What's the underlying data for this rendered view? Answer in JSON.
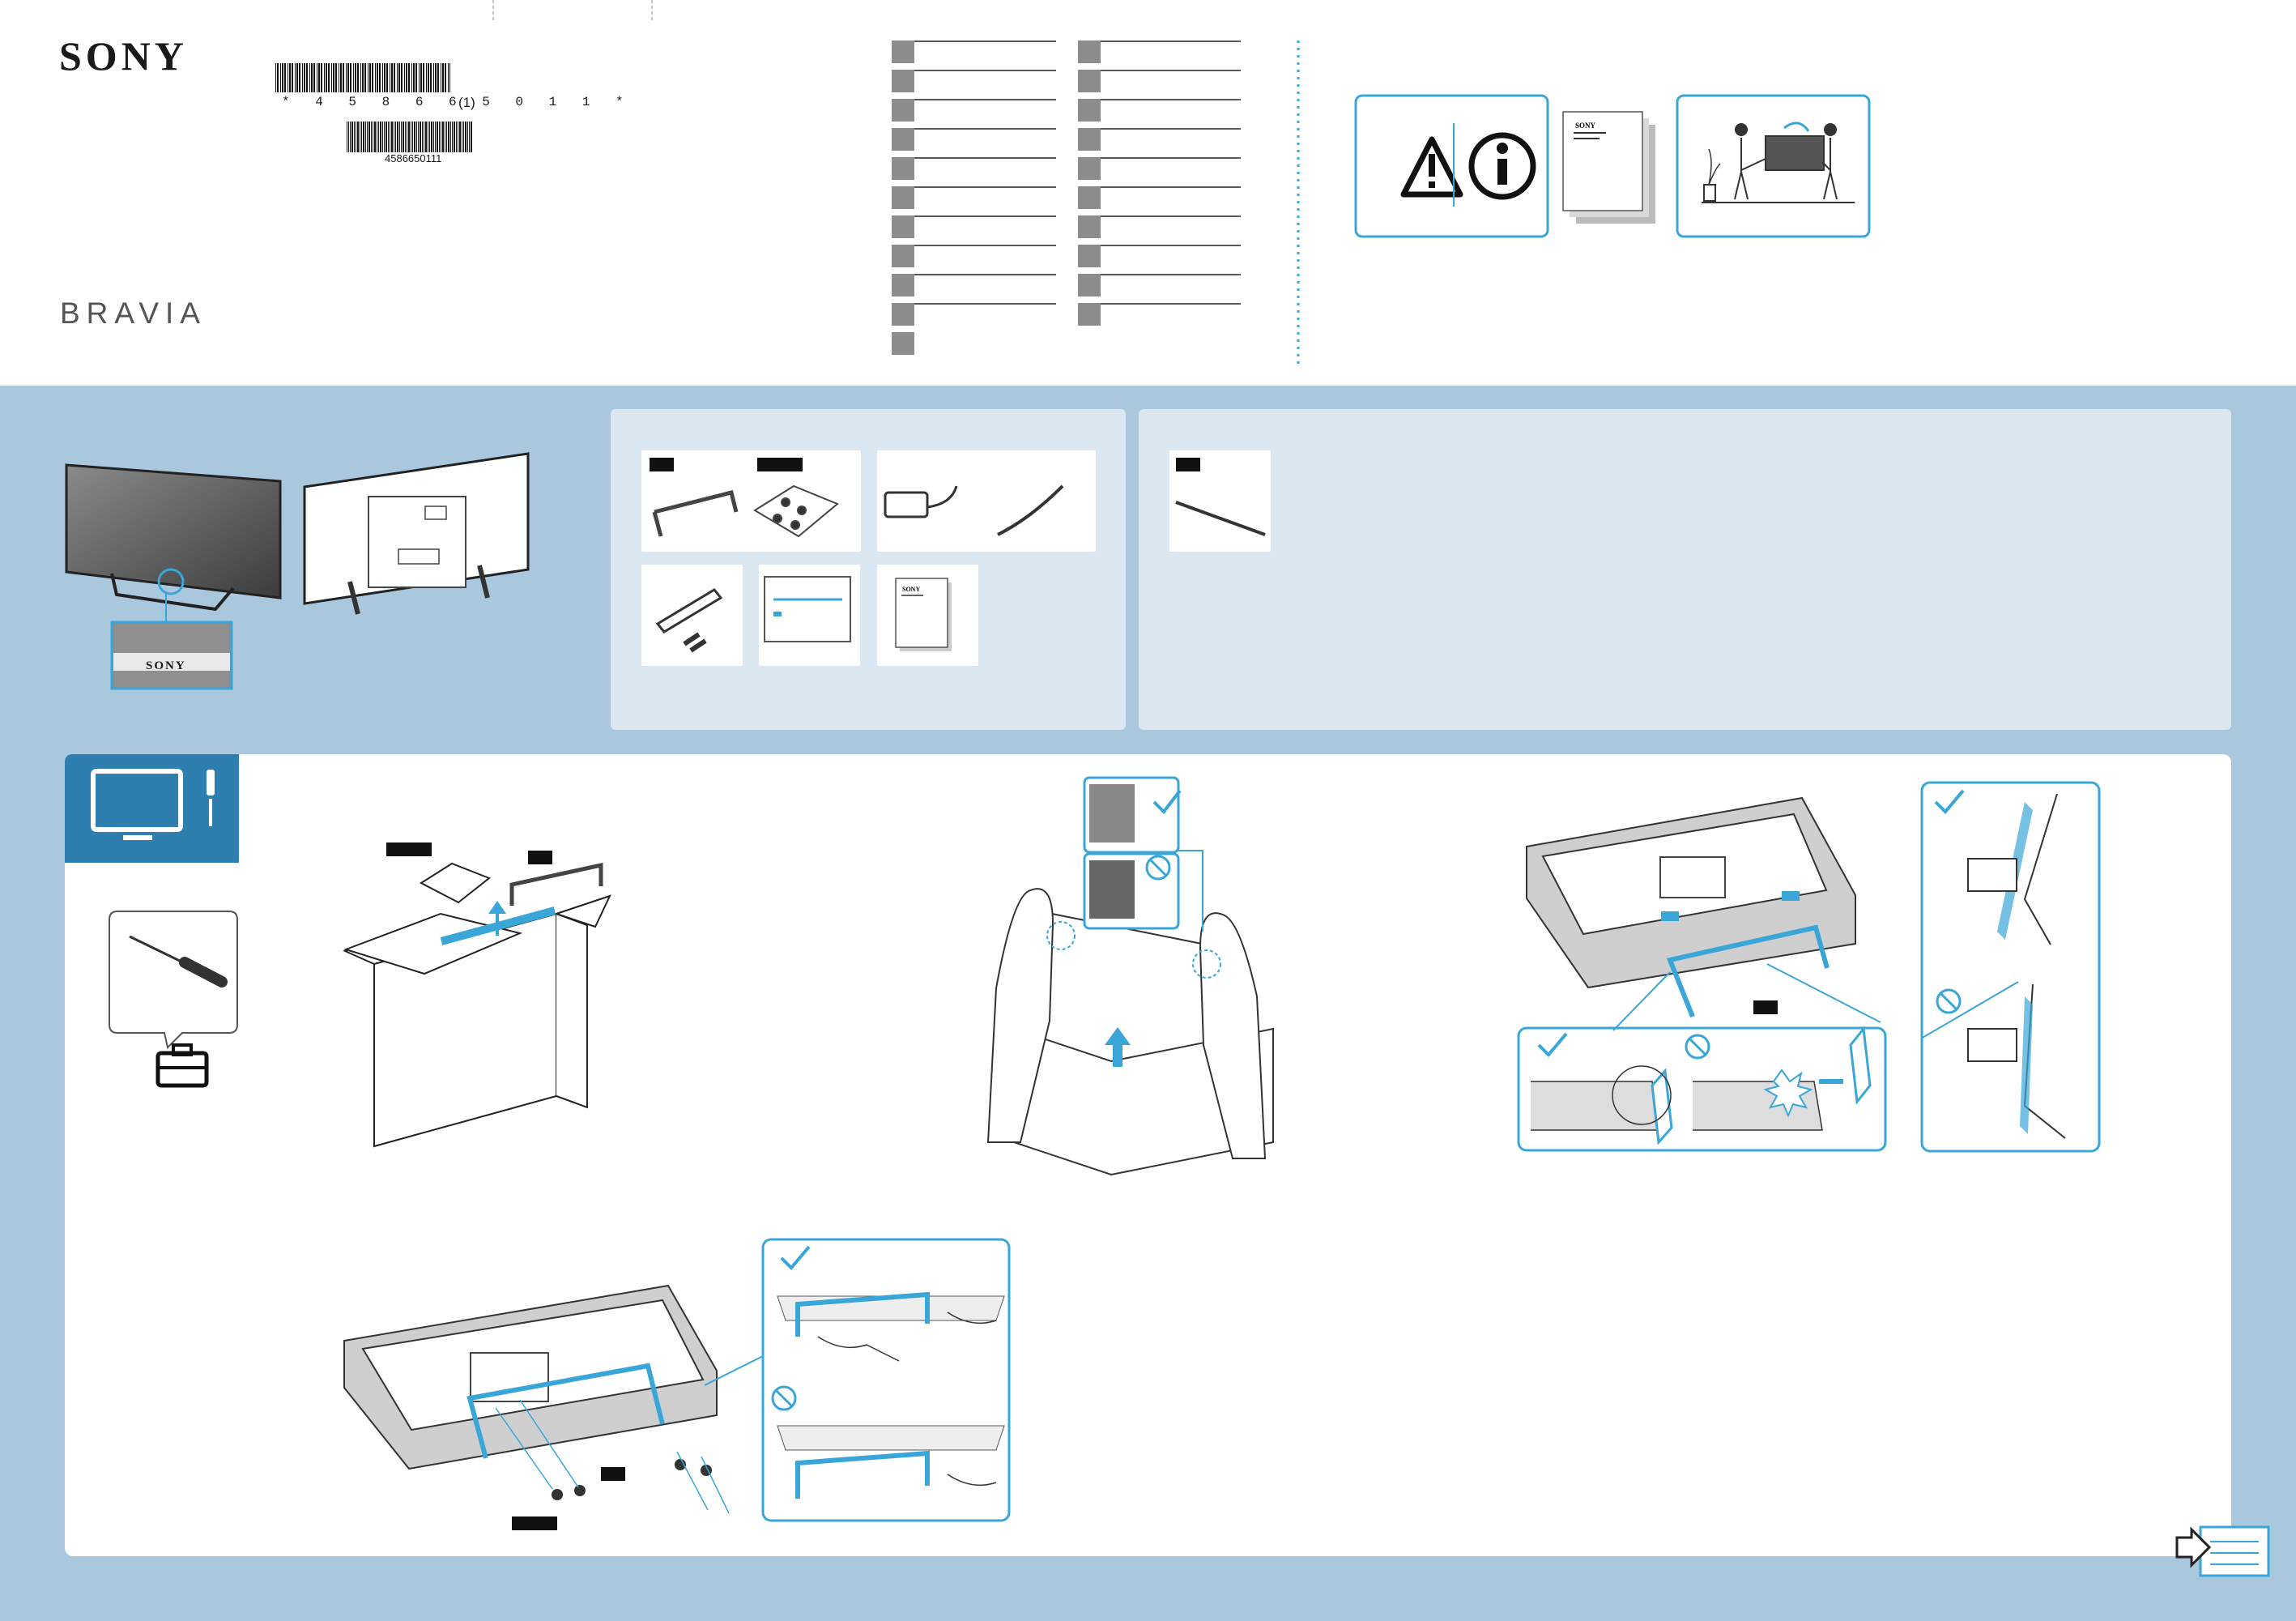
{
  "brand": {
    "logo": "SONY",
    "product_line": "BRAVIA"
  },
  "document_code": {
    "barcode_text": "* 4 5 8 6 6 5 0 1 1 *",
    "revision": "(1)",
    "barcode_number": "4586650111"
  },
  "components": {
    "tv_logo": "SONY",
    "manual_logo": "SONY"
  },
  "colors": {
    "page_background": "#ffffff",
    "band_blue": "#a9c8de",
    "panel_light": "#dce8f1",
    "accent_blue": "#3aa6d8",
    "tool_badge_blue": "#2e7fb0",
    "line_art": "#333333"
  },
  "icons": {
    "warning": "warning-triangle-icon",
    "info": "info-icon",
    "ok": "checkmark-icon",
    "prohibited": "prohibited-icon",
    "next_page": "next-page-icon",
    "tool": "screwdriver-icon"
  }
}
